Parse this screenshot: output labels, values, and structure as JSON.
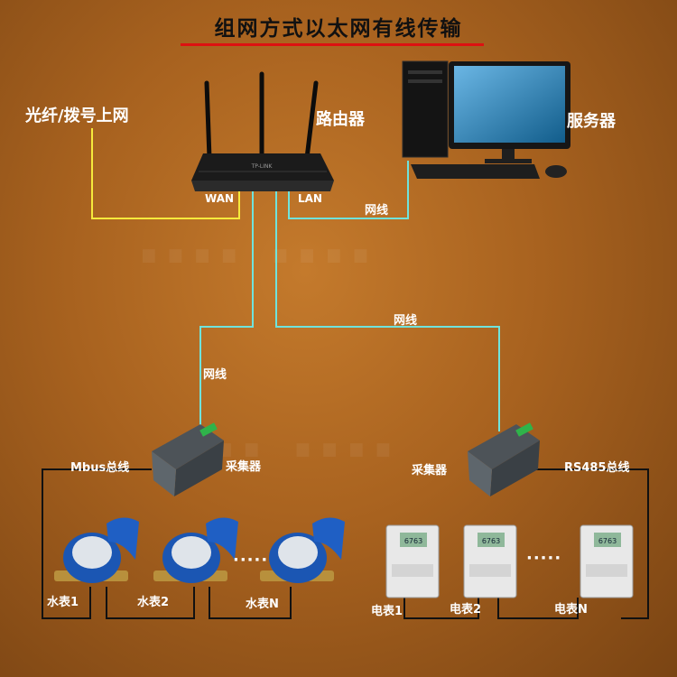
{
  "title": "组网方式以太网有线传输",
  "labels": {
    "internet": "光纤/拨号上网",
    "router": "路由器",
    "server": "服务器",
    "wan": "WAN",
    "lan": "LAN",
    "cable_server": "网线",
    "cable_right": "网线",
    "cable_left": "网线",
    "mbus": "Mbus总线",
    "collector_left": "采集器",
    "collector_right": "采集器",
    "rs485": "RS485总线",
    "water1": "水表1",
    "water2": "水表2",
    "waterN": "水表N",
    "elec1": "电表1",
    "elec2": "电表2",
    "elecN": "电表N",
    "dots_water": "·····",
    "dots_elec": "·····",
    "router_brand": "TP-LINK",
    "meter_display": "6763"
  },
  "colors": {
    "ethernet": "#6fe3dc",
    "wan_line": "#f6ea3c",
    "bus_line": "#111111",
    "title_underline": "#dd1111"
  }
}
